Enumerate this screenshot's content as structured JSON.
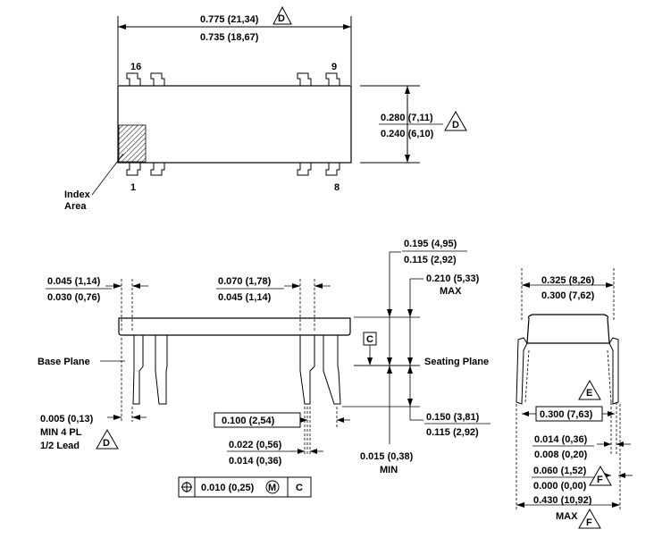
{
  "top_view": {
    "length_max": "0.775 (21,34)",
    "length_min": "0.735 (18,67)",
    "length_note": "D",
    "pin_16": "16",
    "pin_9": "9",
    "pin_1": "1",
    "pin_8": "8",
    "width_max": "0.280 (7,11)",
    "width_min": "0.240 (6,10)",
    "width_note": "D",
    "index_label_1": "Index",
    "index_label_2": "Area"
  },
  "side_view": {
    "lead_width_max": "0.045 (1,14)",
    "lead_width_min": "0.030 (0,76)",
    "lead_width2_max": "0.070 (1,78)",
    "lead_width2_min": "0.045 (1,14)",
    "height_max": "0.195 (4,95)",
    "height_min": "0.115 (2,92)",
    "seat_height": "0.210 (5,33)",
    "seat_height_suffix": "MAX",
    "datum_c": "C",
    "base_plane": "Base Plane",
    "seating_plane": "Seating Plane",
    "end_clear_1": "0.005 (0,13)",
    "end_clear_2": "MIN  4 PL",
    "end_clear_3": "1/2 Lead",
    "end_clear_note": "D",
    "pitch": "0.100 (2,54)",
    "lead_tip_max": "0.022 (0,56)",
    "lead_tip_min": "0.014 (0,36)",
    "standoff_1": "0.015 (0,38)",
    "standoff_2": "MIN",
    "lead_len_max": "0.150 (3,81)",
    "lead_len_min": "0.115 (2,92)",
    "tolerance_value": "0.010 (0,25)",
    "tolerance_mod": "M",
    "tolerance_datum": "C"
  },
  "end_view": {
    "width_max": "0.325 (8,26)",
    "width_min": "0.300 (7,62)",
    "note_e": "E",
    "row_spacing": "0.300 (7,63)",
    "thick_max": "0.014 (0,36)",
    "thick_min": "0.008 (0,20)",
    "flare_max": "0.060 (1,52)",
    "flare_min": "0.000 (0,00)",
    "note_f1": "F",
    "overall_max": "0.430 (10,92)",
    "overall_suffix": "MAX",
    "note_f2": "F"
  }
}
